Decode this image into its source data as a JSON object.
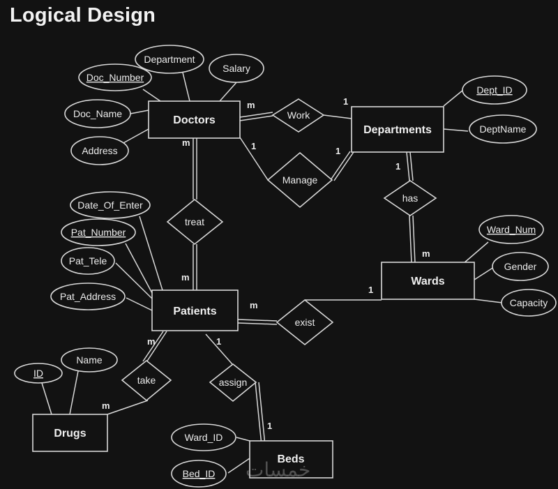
{
  "title": "Logical Design",
  "watermark": "خمسات",
  "colors": {
    "background": "#121212",
    "stroke": "#d9d9d9",
    "text": "#f0f0f0"
  },
  "entities": {
    "doctors": "Doctors",
    "departments": "Departments",
    "patients": "Patients",
    "wards": "Wards",
    "drugs": "Drugs",
    "beds": "Beds"
  },
  "relationships": {
    "work": "Work",
    "manage": "Manage",
    "treat": "treat",
    "has": "has",
    "exist": "exist",
    "take": "take",
    "assign": "assign"
  },
  "attributes": {
    "doctors": [
      {
        "name": "Doc_Number",
        "key": true
      },
      {
        "name": "Department",
        "key": false
      },
      {
        "name": "Salary",
        "key": false
      },
      {
        "name": "Doc_Name",
        "key": false
      },
      {
        "name": "Address",
        "key": false
      }
    ],
    "departments": [
      {
        "name": "Dept_ID",
        "key": true
      },
      {
        "name": "DeptName",
        "key": false
      }
    ],
    "patients": [
      {
        "name": "Date_Of_Enter",
        "key": false
      },
      {
        "name": "Pat_Number",
        "key": true
      },
      {
        "name": "Pat_Tele",
        "key": false
      },
      {
        "name": "Pat_Address",
        "key": false
      }
    ],
    "wards": [
      {
        "name": "Ward_Num",
        "key": true
      },
      {
        "name": "Gender",
        "key": false
      },
      {
        "name": "Capacity",
        "key": false
      }
    ],
    "drugs": [
      {
        "name": "ID",
        "key": true
      },
      {
        "name": "Name",
        "key": false
      }
    ],
    "beds": [
      {
        "name": "Ward_ID",
        "key": false
      },
      {
        "name": "Bed_ID",
        "key": true
      }
    ]
  },
  "cardinalities": {
    "doctors_work": "m",
    "departments_work": "1",
    "doctors_manage": "1",
    "departments_manage": "1",
    "doctors_treat": "m",
    "patients_treat": "m",
    "departments_has": "1",
    "wards_has": "m",
    "patients_exist": "m",
    "wards_exist": "1",
    "patients_take": "m",
    "drugs_take": "m",
    "patients_assign": "1",
    "beds_assign": "1"
  }
}
